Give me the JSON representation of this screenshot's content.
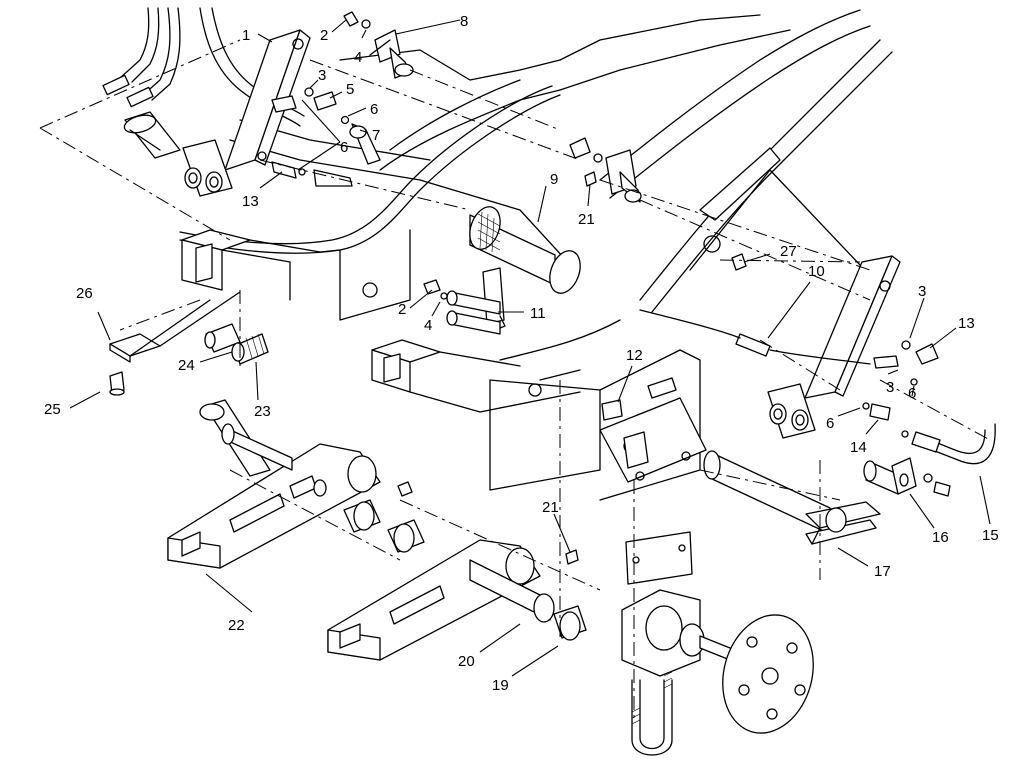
{
  "callouts": [
    {
      "id": "c1",
      "label": "1"
    },
    {
      "id": "c2a",
      "label": "2"
    },
    {
      "id": "c3a",
      "label": "3"
    },
    {
      "id": "c4a",
      "label": "4"
    },
    {
      "id": "c5",
      "label": "5"
    },
    {
      "id": "c6a",
      "label": "6"
    },
    {
      "id": "c6b",
      "label": "6"
    },
    {
      "id": "c7",
      "label": "7"
    },
    {
      "id": "c8",
      "label": "8"
    },
    {
      "id": "c9",
      "label": "9"
    },
    {
      "id": "c10",
      "label": "10"
    },
    {
      "id": "c11",
      "label": "11"
    },
    {
      "id": "c12",
      "label": "12"
    },
    {
      "id": "c13a",
      "label": "13"
    },
    {
      "id": "c13b",
      "label": "13"
    },
    {
      "id": "c14",
      "label": "14"
    },
    {
      "id": "c15",
      "label": "15"
    },
    {
      "id": "c16",
      "label": "16"
    },
    {
      "id": "c17",
      "label": "17"
    },
    {
      "id": "c19",
      "label": "19"
    },
    {
      "id": "c20",
      "label": "20"
    },
    {
      "id": "c21a",
      "label": "21"
    },
    {
      "id": "c21b",
      "label": "21"
    },
    {
      "id": "c22",
      "label": "22"
    },
    {
      "id": "c23",
      "label": "23"
    },
    {
      "id": "c24",
      "label": "24"
    },
    {
      "id": "c25",
      "label": "25"
    },
    {
      "id": "c26",
      "label": "26"
    },
    {
      "id": "c27",
      "label": "27"
    },
    {
      "id": "c2b",
      "label": "2"
    },
    {
      "id": "c4b",
      "label": "4"
    },
    {
      "id": "c3b",
      "label": "3"
    },
    {
      "id": "c3c",
      "label": "3"
    },
    {
      "id": "c6c",
      "label": "6"
    },
    {
      "id": "c6d",
      "label": "6"
    }
  ]
}
